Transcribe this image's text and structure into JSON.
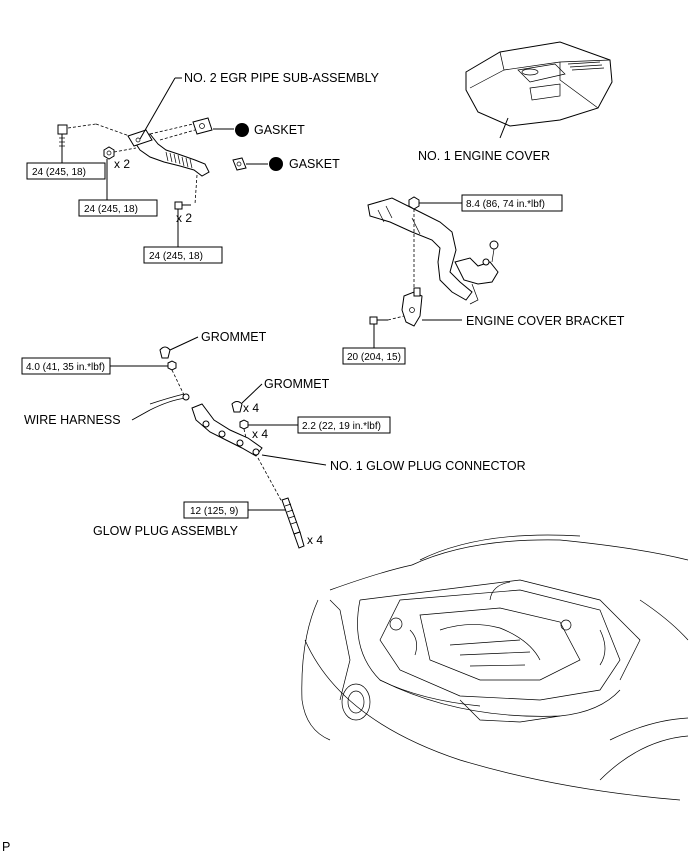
{
  "labels": {
    "egr_pipe": "NO. 2 EGR PIPE SUB-ASSEMBLY",
    "gasket_1": "GASKET",
    "gasket_2": "GASKET",
    "engine_cover": "NO. 1 ENGINE COVER",
    "engine_cover_bracket": "ENGINE COVER BRACKET",
    "grommet_1": "GROMMET",
    "grommet_2": "GROMMET",
    "wire_harness": "WIRE HARNESS",
    "glow_plug_connector": "NO. 1 GLOW PLUG CONNECTOR",
    "glow_plug_assembly": "GLOW PLUG ASSEMBLY",
    "figure_code": "P"
  },
  "torques": {
    "egr_bolt": "24 (245, 18)",
    "egr_nut": "24 (245, 18)",
    "egr_lower_bolt": "24 (245, 18)",
    "cover_nut": "8.4 (86, 74 in.*lbf)",
    "bracket_bolt": "20 (204, 15)",
    "grommet_nut": "4.0 (41, 35 in.*lbf)",
    "connector_nut": "2.2 (22, 19 in.*lbf)",
    "glow_plug": "12 (125, 9)"
  },
  "quantities": {
    "egr_nut": "x 2",
    "egr_lower_bolt": "x 2",
    "grommet": "x 4",
    "connector_nut": "x 4",
    "glow_plug": "x 4"
  },
  "symbols": {
    "non_reusable_marker": "filled-circle",
    "color": "#000000"
  }
}
